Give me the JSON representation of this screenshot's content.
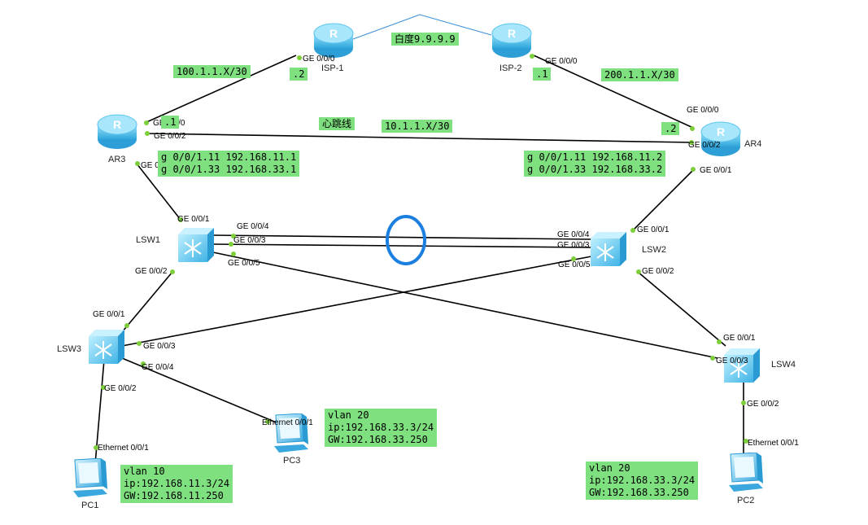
{
  "devices": {
    "isp1": {
      "label": "ISP-1"
    },
    "isp2": {
      "label": "ISP-2"
    },
    "ar3": {
      "label": "AR3"
    },
    "ar4": {
      "label": "AR4"
    },
    "lsw1": {
      "label": "LSW1"
    },
    "lsw2": {
      "label": "LSW2"
    },
    "lsw3": {
      "label": "LSW3"
    },
    "lsw4": {
      "label": "LSW4"
    },
    "pc1": {
      "label": "PC1"
    },
    "pc2": {
      "label": "PC2"
    },
    "pc3": {
      "label": "PC3"
    }
  },
  "ports": {
    "isp1_g0": "GE 0/0/0",
    "isp2_g0": "GE 0/0/0",
    "ar3_g0": "GE 0/0/0",
    "ar3_g2": "GE 0/0/2",
    "ar3_g1": "GE 0/0/1",
    "ar4_g0": "GE 0/0/0",
    "ar4_g2": "GE 0/0/2",
    "ar4_g1": "GE 0/0/1",
    "lsw1_g1": "GE 0/0/1",
    "lsw1_g4": "GE 0/0/4",
    "lsw1_g3": "GE 0/0/3",
    "lsw1_g5": "GE 0/0/5",
    "lsw1_g2": "GE 0/0/2",
    "lsw2_g1": "GE 0/0/1",
    "lsw2_g4": "GE 0/0/4",
    "lsw2_g3": "GE 0/0/3",
    "lsw2_g5": "GE 0/0/5",
    "lsw2_g2": "GE 0/0/2",
    "lsw3_g1": "GE 0/0/1",
    "lsw3_g3": "GE 0/0/3",
    "lsw3_g4": "GE 0/0/4",
    "lsw3_g2": "GE 0/0/2",
    "lsw4_g1": "GE 0/0/1",
    "lsw4_g3": "GE 0/0/3",
    "lsw4_g2": "GE 0/0/2",
    "pc1_eth": "Ethernet 0/0/1",
    "pc2_eth": "Ethernet 0/0/1",
    "pc3_eth": "Ethernet 0/0/1"
  },
  "notes": {
    "baidu": "白度9.9.9.9",
    "net_isp1": "100.1.1.X/30",
    "isp1_ip": ".2",
    "isp2_ip": ".1",
    "net_isp2": "200.1.1.X/30",
    "ar4_ip": ".2",
    "ar3_ip": ".1",
    "heartbeat": "心跳线",
    "net_heartbeat": "10.1.1.X/30",
    "ar3_sub1": "g 0/0/1.11 192.168.11.1",
    "ar3_sub2": "g 0/0/1.33 192.168.33.1",
    "ar4_sub1": "g 0/0/1.11 192.168.11.2",
    "ar4_sub2": "g 0/0/1.33 192.168.33.2",
    "pc3_vlan": "vlan 20",
    "pc3_ip": "ip:192.168.33.3/24",
    "pc3_gw": "GW:192.168.33.250",
    "pc1_vlan": "vlan 10",
    "pc1_ip": "ip:192.168.11.3/24",
    "pc1_gw": "GW:192.168.11.250",
    "pc2_vlan": "vlan 20",
    "pc2_ip": "ip:192.168.33.3/24",
    "pc2_gw": "GW:192.168.33.250"
  },
  "colors": {
    "note_bg": "#7fe07f",
    "link": "#000000",
    "internet_link": "#3a8fd8",
    "port_dot": "#7ccf3a",
    "eth_trunk_ring": "#1a7fe0",
    "device_blue": "#5cc6ef"
  },
  "icons": {
    "router": "router-icon",
    "switch": "switch-icon",
    "pc": "pc-icon"
  }
}
